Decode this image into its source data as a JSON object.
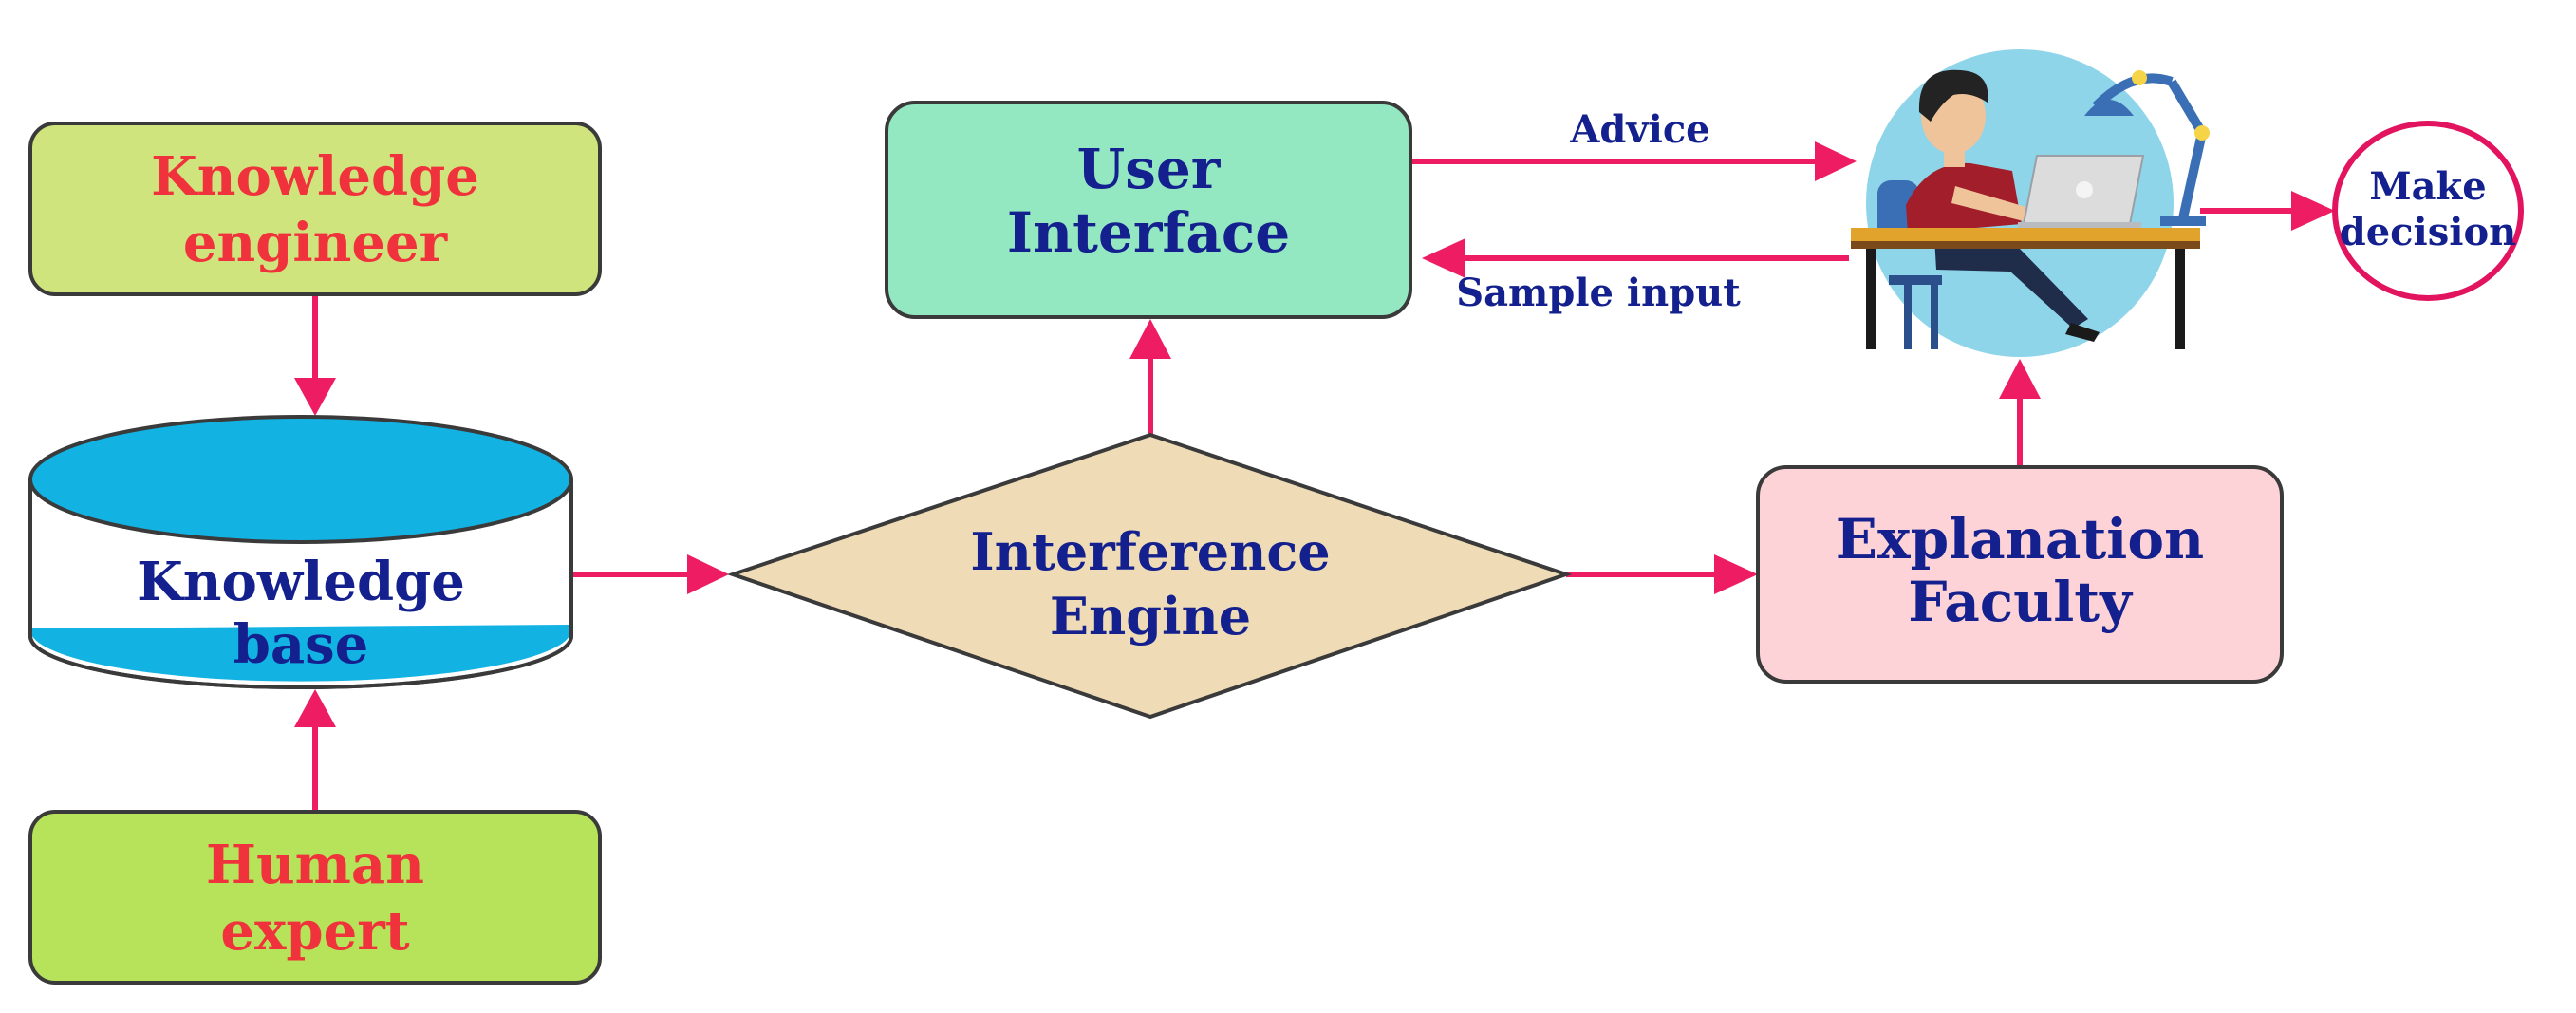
{
  "nodes": {
    "knowledge_engineer": {
      "line1": "Knowledge",
      "line2": "engineer"
    },
    "knowledge_base": {
      "line1": "Knowledge",
      "line2": "base"
    },
    "human_expert": {
      "line1": "Human",
      "line2": "expert"
    },
    "user_interface": {
      "line1": "User",
      "line2": "Interface"
    },
    "inference_engine": {
      "line1": "Interference",
      "line2": "Engine"
    },
    "explanation_faculty": {
      "line1": "Explanation",
      "line2": "Faculty"
    },
    "make_decision": {
      "line1": "Make",
      "line2": "decision"
    }
  },
  "edges": {
    "advice": "Advice",
    "sample_input": "Sample input"
  },
  "colors": {
    "arrow": "#ee1d63",
    "label_red": "#f0323c",
    "label_blue": "#13208e",
    "engineer_fill": "#cfe47c",
    "expert_fill": "#b6e35a",
    "kb_fill": "#12b2e3",
    "ui_fill": "#93e8c2",
    "diamond_fill": "#efdcb7",
    "explanation_fill": "#fdd3d7",
    "decision_border": "#e2145f"
  }
}
